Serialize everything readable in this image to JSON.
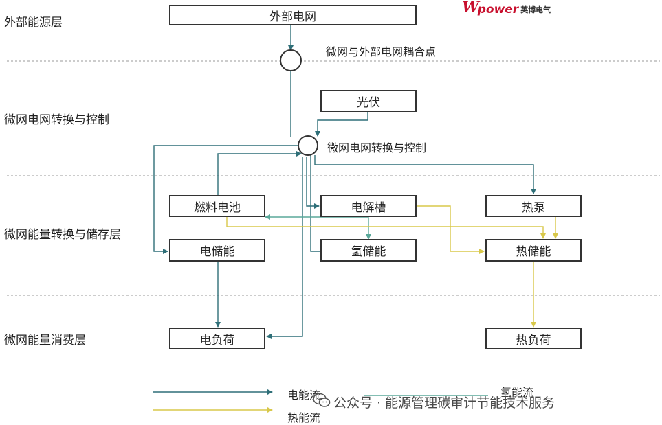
{
  "layers": {
    "external": "外部能源层",
    "conversion_control": "微网电网转换与控制",
    "energy_storage": "微网能量转换与储存层",
    "consumption": "微网能量消费层"
  },
  "boxes": {
    "external_grid": "外部电网",
    "pv": "光伏",
    "fuel_cell": "燃料电池",
    "electrolyzer": "电解槽",
    "heat_pump": "热泵",
    "electric_storage": "电储能",
    "hydrogen_storage": "氢储能",
    "thermal_storage": "热储能",
    "electric_load": "电负荷",
    "thermal_load": "热负荷"
  },
  "nodes": {
    "coupling_point": "微网与外部电网耦合点",
    "conversion_node": "微网电网转换与控制"
  },
  "legend": {
    "electric_flow": "电能流",
    "hydrogen_flow": "氢能流",
    "thermal_flow": "热能流"
  },
  "logo": {
    "brand": "power",
    "brand_cn": "英博电气"
  },
  "watermark": "公众号 · 能源管理碳审计节能技术服务",
  "colors": {
    "electric": "#2f6f78",
    "hydrogen": "#5aa89a",
    "thermal": "#d8d26a",
    "brand": "#c8102e"
  }
}
